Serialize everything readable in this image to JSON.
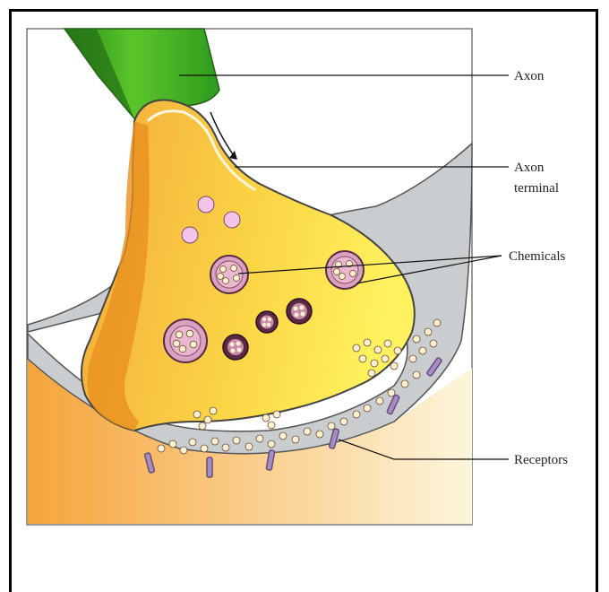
{
  "labels": {
    "axon": "Axon",
    "axon_terminal_line1": "Axon",
    "axon_terminal_line2": "terminal",
    "chemicals": "Chemicals",
    "receptors": "Receptors"
  },
  "colors": {
    "axon_green": "#2f9b1f",
    "terminal_orange": "#f2a33a",
    "terminal_yellow": "#fde85a",
    "glia_gray": "#c9cdcf",
    "vesicle_pink": "#f0c0e8",
    "receptor_purple": "#a58fc0"
  }
}
